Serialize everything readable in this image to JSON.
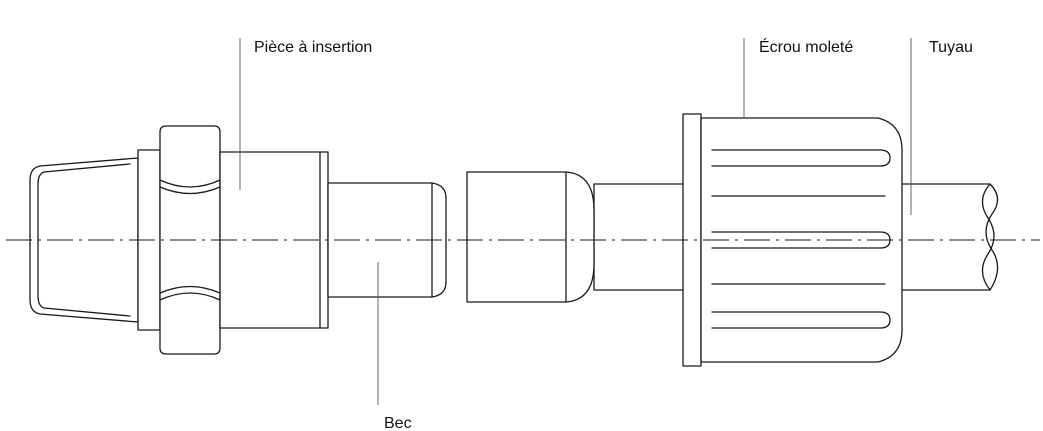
{
  "labels": {
    "insert_piece": "Pièce à insertion",
    "knurled_nut": "Écrou moleté",
    "hose": "Tuyau",
    "nozzle": "Bec"
  }
}
